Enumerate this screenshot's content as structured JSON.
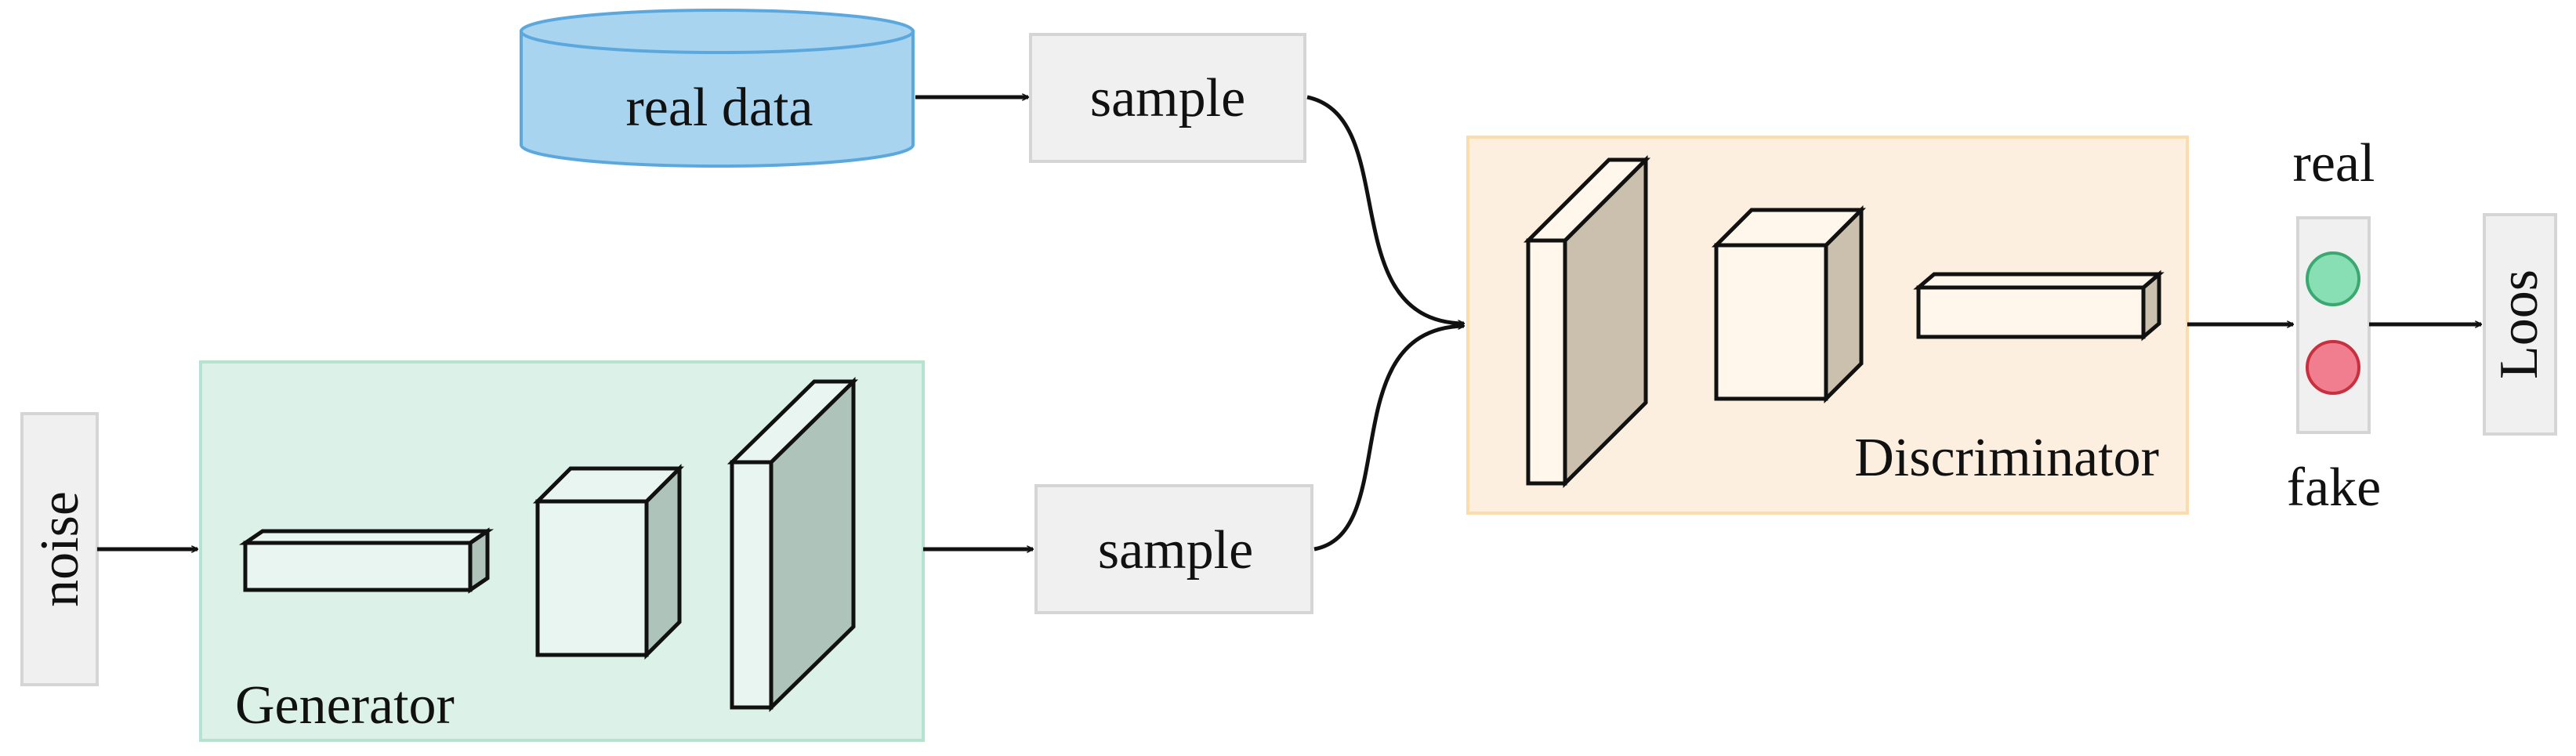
{
  "data_source": {
    "label": "real data",
    "fill_color": "#a8d4f0",
    "stroke_color": "#5ba8df"
  },
  "sample_boxes": {
    "top_label": "sample",
    "bottom_label": "sample",
    "fill_color": "#f0f0f0"
  },
  "noise": {
    "label": "noise"
  },
  "generator": {
    "label": "Generator",
    "fill_color": "#dcf2e9",
    "stroke_color": "#b5e3cf",
    "block_front_color": "#e8f5f0",
    "block_side_color": "#aec3b9"
  },
  "discriminator": {
    "label": "Discriminator",
    "fill_color": "#fdefdf",
    "stroke_color": "#fbdcaa",
    "block_front_color": "#fff7ec",
    "block_side_color": "#cbbfae"
  },
  "output": {
    "real_label": "real",
    "fake_label": "fake",
    "real_color": "#88dfb4",
    "fake_color": "#f07e8e"
  },
  "loss": {
    "label": "Loos"
  }
}
